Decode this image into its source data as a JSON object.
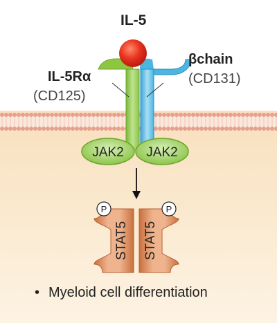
{
  "ligand": {
    "label": "IL-5",
    "color": "#e8321f"
  },
  "receptor_alpha": {
    "name": "IL-5Rα",
    "cd": "(CD125)",
    "color": "#8dc63f"
  },
  "receptor_beta": {
    "name": "βchain",
    "cd": "(CD131)",
    "color": "#4bb6e2"
  },
  "jak_left": {
    "label": "JAK2"
  },
  "jak_right": {
    "label": "JAK2"
  },
  "phospho_left": {
    "label": "P"
  },
  "phospho_right": {
    "label": "P"
  },
  "stat_left": {
    "label": "STAT5",
    "color": "#d8865a"
  },
  "stat_right": {
    "label": "STAT5",
    "color": "#d8865a"
  },
  "outcome": {
    "bullet": "•",
    "text": "Myeloid cell differentiation"
  },
  "colors": {
    "membrane": "#e6a090",
    "cytoplasm": "#faeacf",
    "jak": "#a5d670"
  }
}
